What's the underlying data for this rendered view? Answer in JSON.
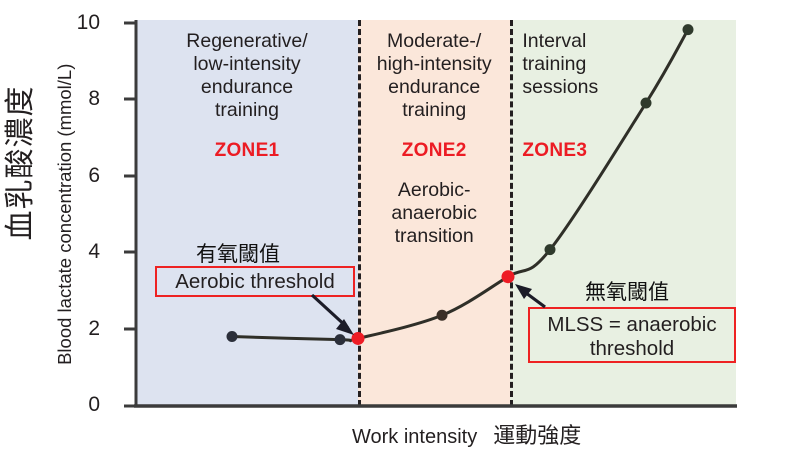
{
  "chart_data": {
    "type": "line",
    "title": "",
    "xlabel": "Work intensity",
    "xlabel_cn": "運動強度",
    "ylabel": "Blood lactate concentration (mmol/L)",
    "ylabel_cn": "血乳酸濃度",
    "ylim": [
      0,
      10
    ],
    "yticks": [
      10,
      8,
      6,
      4,
      2,
      0
    ],
    "xlim": [
      0,
      100
    ],
    "grid": false,
    "legend": "none",
    "series": [
      {
        "name": "Blood lactate",
        "x": [
          16,
          34,
          37,
          51,
          62,
          69,
          85,
          92
        ],
        "values": [
          1.8,
          1.72,
          1.75,
          2.35,
          3.35,
          4.05,
          7.85,
          9.75
        ],
        "marker_colors": [
          "#2b2f3a",
          "#2b2f3a",
          "#ee1c25",
          "#3a2f27",
          "#ee1c25",
          "#2f3a2c",
          "#2f3a2c",
          "#2f3a2c"
        ]
      }
    ],
    "markers": [
      {
        "label": "Aerobic threshold",
        "x": 37,
        "y": 1.75,
        "color": "#ee1c25"
      },
      {
        "label": "MLSS = anaerobic threshold",
        "x": 62,
        "y": 3.35,
        "color": "#ee1c25"
      }
    ]
  },
  "zones": [
    {
      "id": "zone1",
      "name": "ZONE1",
      "description": "Regenerative/\nlow-intensity\nendurance\ntraining",
      "lines": [
        "Regenerative/",
        "low-intensity",
        "endurance",
        "training"
      ],
      "sub_lines": [],
      "fill": "#dde3f0",
      "x_start_pct": 0,
      "x_end_pct": 37
    },
    {
      "id": "zone2",
      "name": "ZONE2",
      "description": "Moderate-/\nhigh-intensity\nendurance\ntraining",
      "lines": [
        "Moderate-/",
        "high-intensity",
        "endurance",
        "training"
      ],
      "sub_lines": [
        "Aerobic-",
        "anaerobic",
        "transition"
      ],
      "fill": "#fbe7da",
      "x_start_pct": 37,
      "x_end_pct": 62.4
    },
    {
      "id": "zone3",
      "name": "ZONE3",
      "description": "Interval\ntraining\nsessions",
      "lines": [
        "Interval",
        "training",
        "sessions"
      ],
      "sub_lines": [],
      "fill": "#e8f0e2",
      "x_start_pct": 62.4,
      "x_end_pct": 100
    }
  ],
  "annotations": {
    "aerobic": {
      "cn_label": "有氧閾值",
      "box_lines": [
        "Aerobic threshold"
      ],
      "box_color": "#ee2222"
    },
    "anaerobic": {
      "cn_label": "無氧閾值",
      "box_lines": [
        "MLSS = anaerobic",
        "threshold"
      ],
      "box_color": "#ee2222"
    }
  },
  "colors": {
    "axis": "#3b3b3b",
    "curve": "#2f2f28",
    "red": "#ee1c25",
    "zone1_fill": "#dde3f0",
    "zone2_fill": "#fbe7da",
    "zone3_fill": "#e8f0e2"
  }
}
